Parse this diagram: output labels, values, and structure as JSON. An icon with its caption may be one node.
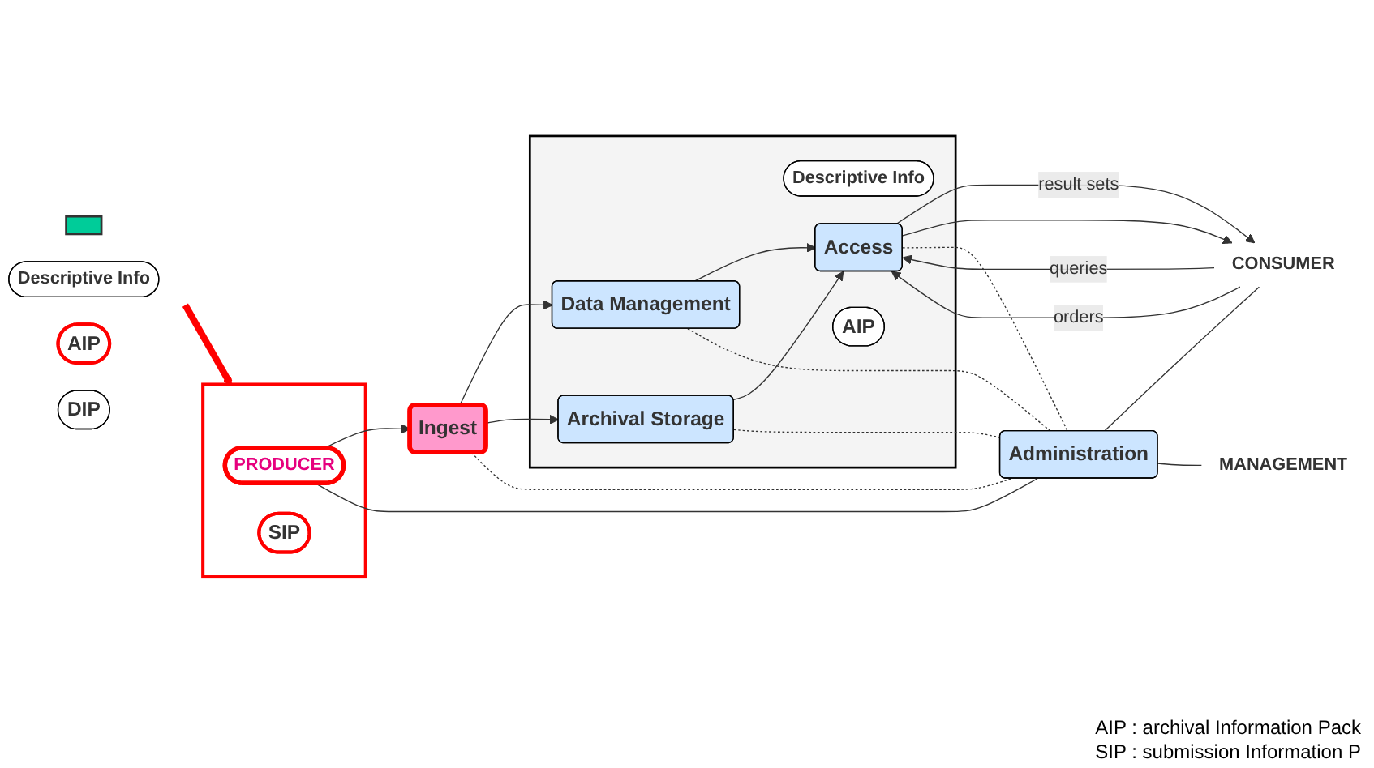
{
  "diagram": {
    "nodes": [
      {
        "text": [],
        "shape": "box"
      },
      {
        "text": [],
        "shape": "box"
      },
      {
        "text": [],
        "shape": "box"
      },
      {
        "text": [
          "Descriptive Info"
        ]
      },
      {
        "text": [
          "Data Management"
        ],
        "in": 2
      },
      {
        "text": [
          "Descriptive Info"
        ],
        "in": 2
      },
      {
        "text": [
          "PRODUCER"
        ],
        "in": 1
      },
      {
        "text": [
          "Ingest"
        ]
      },
      {
        "text": [
          "SIP"
        ],
        "in": 1
      },
      {
        "text": [
          "Access"
        ],
        "in": 2
      },
      {
        "text": [
          "Archival Storage"
        ],
        "in": 2
      },
      {
        "text": [
          "AIP"
        ]
      },
      {
        "text": [
          "AIP"
        ],
        "in": 2
      },
      {
        "text": [
          "DIP"
        ]
      },
      {
        "text": [
          "CONSUMER"
        ]
      },
      {
        "text": [
          "Administration"
        ]
      },
      {
        "text": [
          "MANAGEMENT"
        ]
      }
    ],
    "edges": [
      {
        "from": null,
        "to": 1,
        "arrow": "to",
        "style": "thick",
        "color": "#ff0000"
      },
      {
        "from": 6,
        "to": 7,
        "arrow": "to"
      },
      {
        "from": 7,
        "to": 4,
        "arrow": "to"
      },
      {
        "from": 7,
        "to": 10,
        "arrow": "to"
      },
      {
        "from": 4,
        "to": 9,
        "arrow": "to"
      },
      {
        "from": 10,
        "to": 9,
        "arrow": "to"
      },
      {
        "from": 14,
        "to": 9,
        "arrow": "to",
        "label": "queries"
      },
      {
        "from": 9,
        "to": 14,
        "arrow": "to",
        "label": "result sets"
      },
      {
        "from": 14,
        "to": 9,
        "arrow": "to",
        "label": "orders"
      },
      {
        "from": 9,
        "to": 14,
        "arrow": "to"
      },
      {
        "from": 6,
        "to": 15,
        "arrow": "none"
      },
      {
        "from": 15,
        "to": 14,
        "arrow": "none"
      },
      {
        "from": 15,
        "to": 16,
        "arrow": "none"
      },
      {
        "from": 7,
        "to": 15,
        "arrow": "none",
        "style": "dashed"
      },
      {
        "from": 4,
        "to": 15,
        "arrow": "none",
        "style": "dashed"
      },
      {
        "from": 10,
        "to": 15,
        "arrow": "none",
        "style": "dashed"
      },
      {
        "from": 9,
        "to": 15,
        "arrow": "none",
        "style": "dashed"
      }
    ],
    "labels": [
      "AIP : archival Information Pack",
      "SIP : submission Information P"
    ]
  }
}
